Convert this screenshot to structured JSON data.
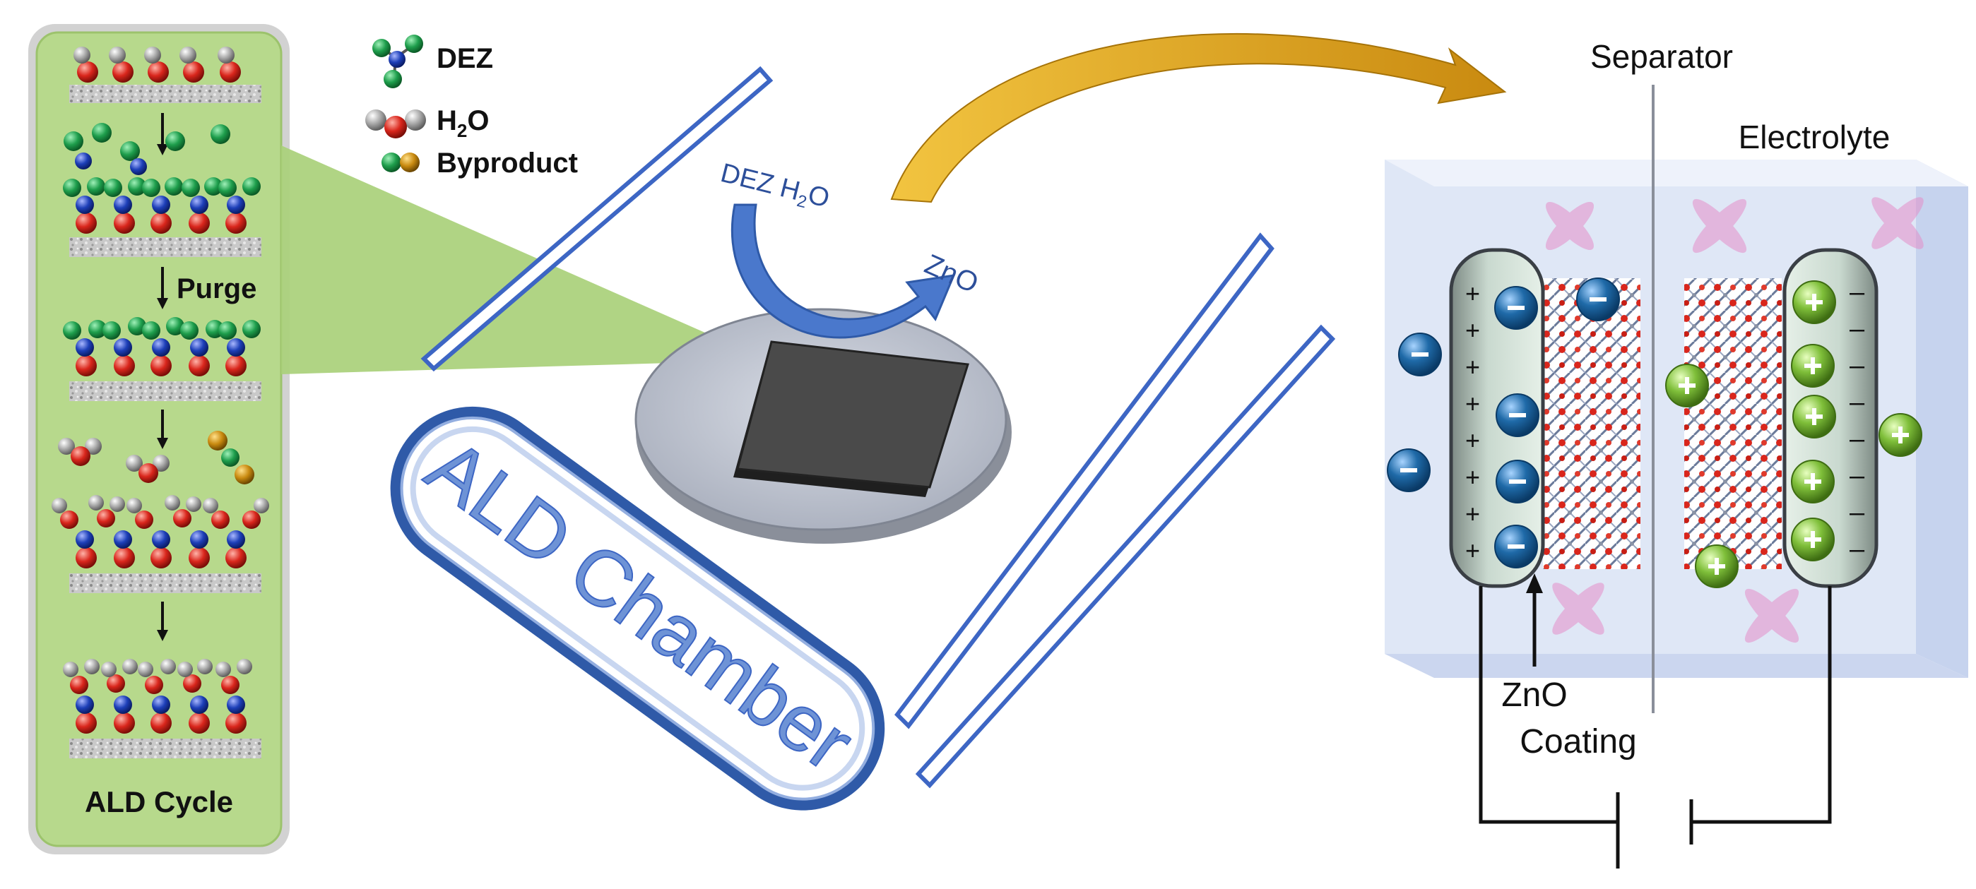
{
  "legend": {
    "dez": "DEZ",
    "h2o_main": "H",
    "h2o_sub": "2",
    "h2o_tail": "O",
    "byproduct": "Byproduct"
  },
  "ald_panel": {
    "purge": "Purge",
    "cycle": "ALD Cycle"
  },
  "chamber": {
    "label": "ALD Chamber",
    "arrow_in_main": "DEZ H",
    "arrow_in_sub": "2",
    "arrow_in_tail": "O",
    "arrow_out": "ZnO"
  },
  "capacitor": {
    "separator": "Separator",
    "electrolyte": "Electrolyte",
    "coating_line1": "ZnO",
    "coating_line2": "Coating",
    "plus": "+",
    "minus": "–"
  },
  "colors": {
    "panel_green": "#b7d98c",
    "zn_green": "#1e9e4c",
    "o_red": "#d9261c",
    "c_blue": "#1d3fb8",
    "h_gray": "#a8a8a8",
    "chamber_blue": "#3d66c4",
    "arrow_gold": "#e0a418",
    "ion_blue": "#1f6aa8",
    "ion_green": "#7fbf3a",
    "electrolyte_blue": "#dfe7f6"
  }
}
